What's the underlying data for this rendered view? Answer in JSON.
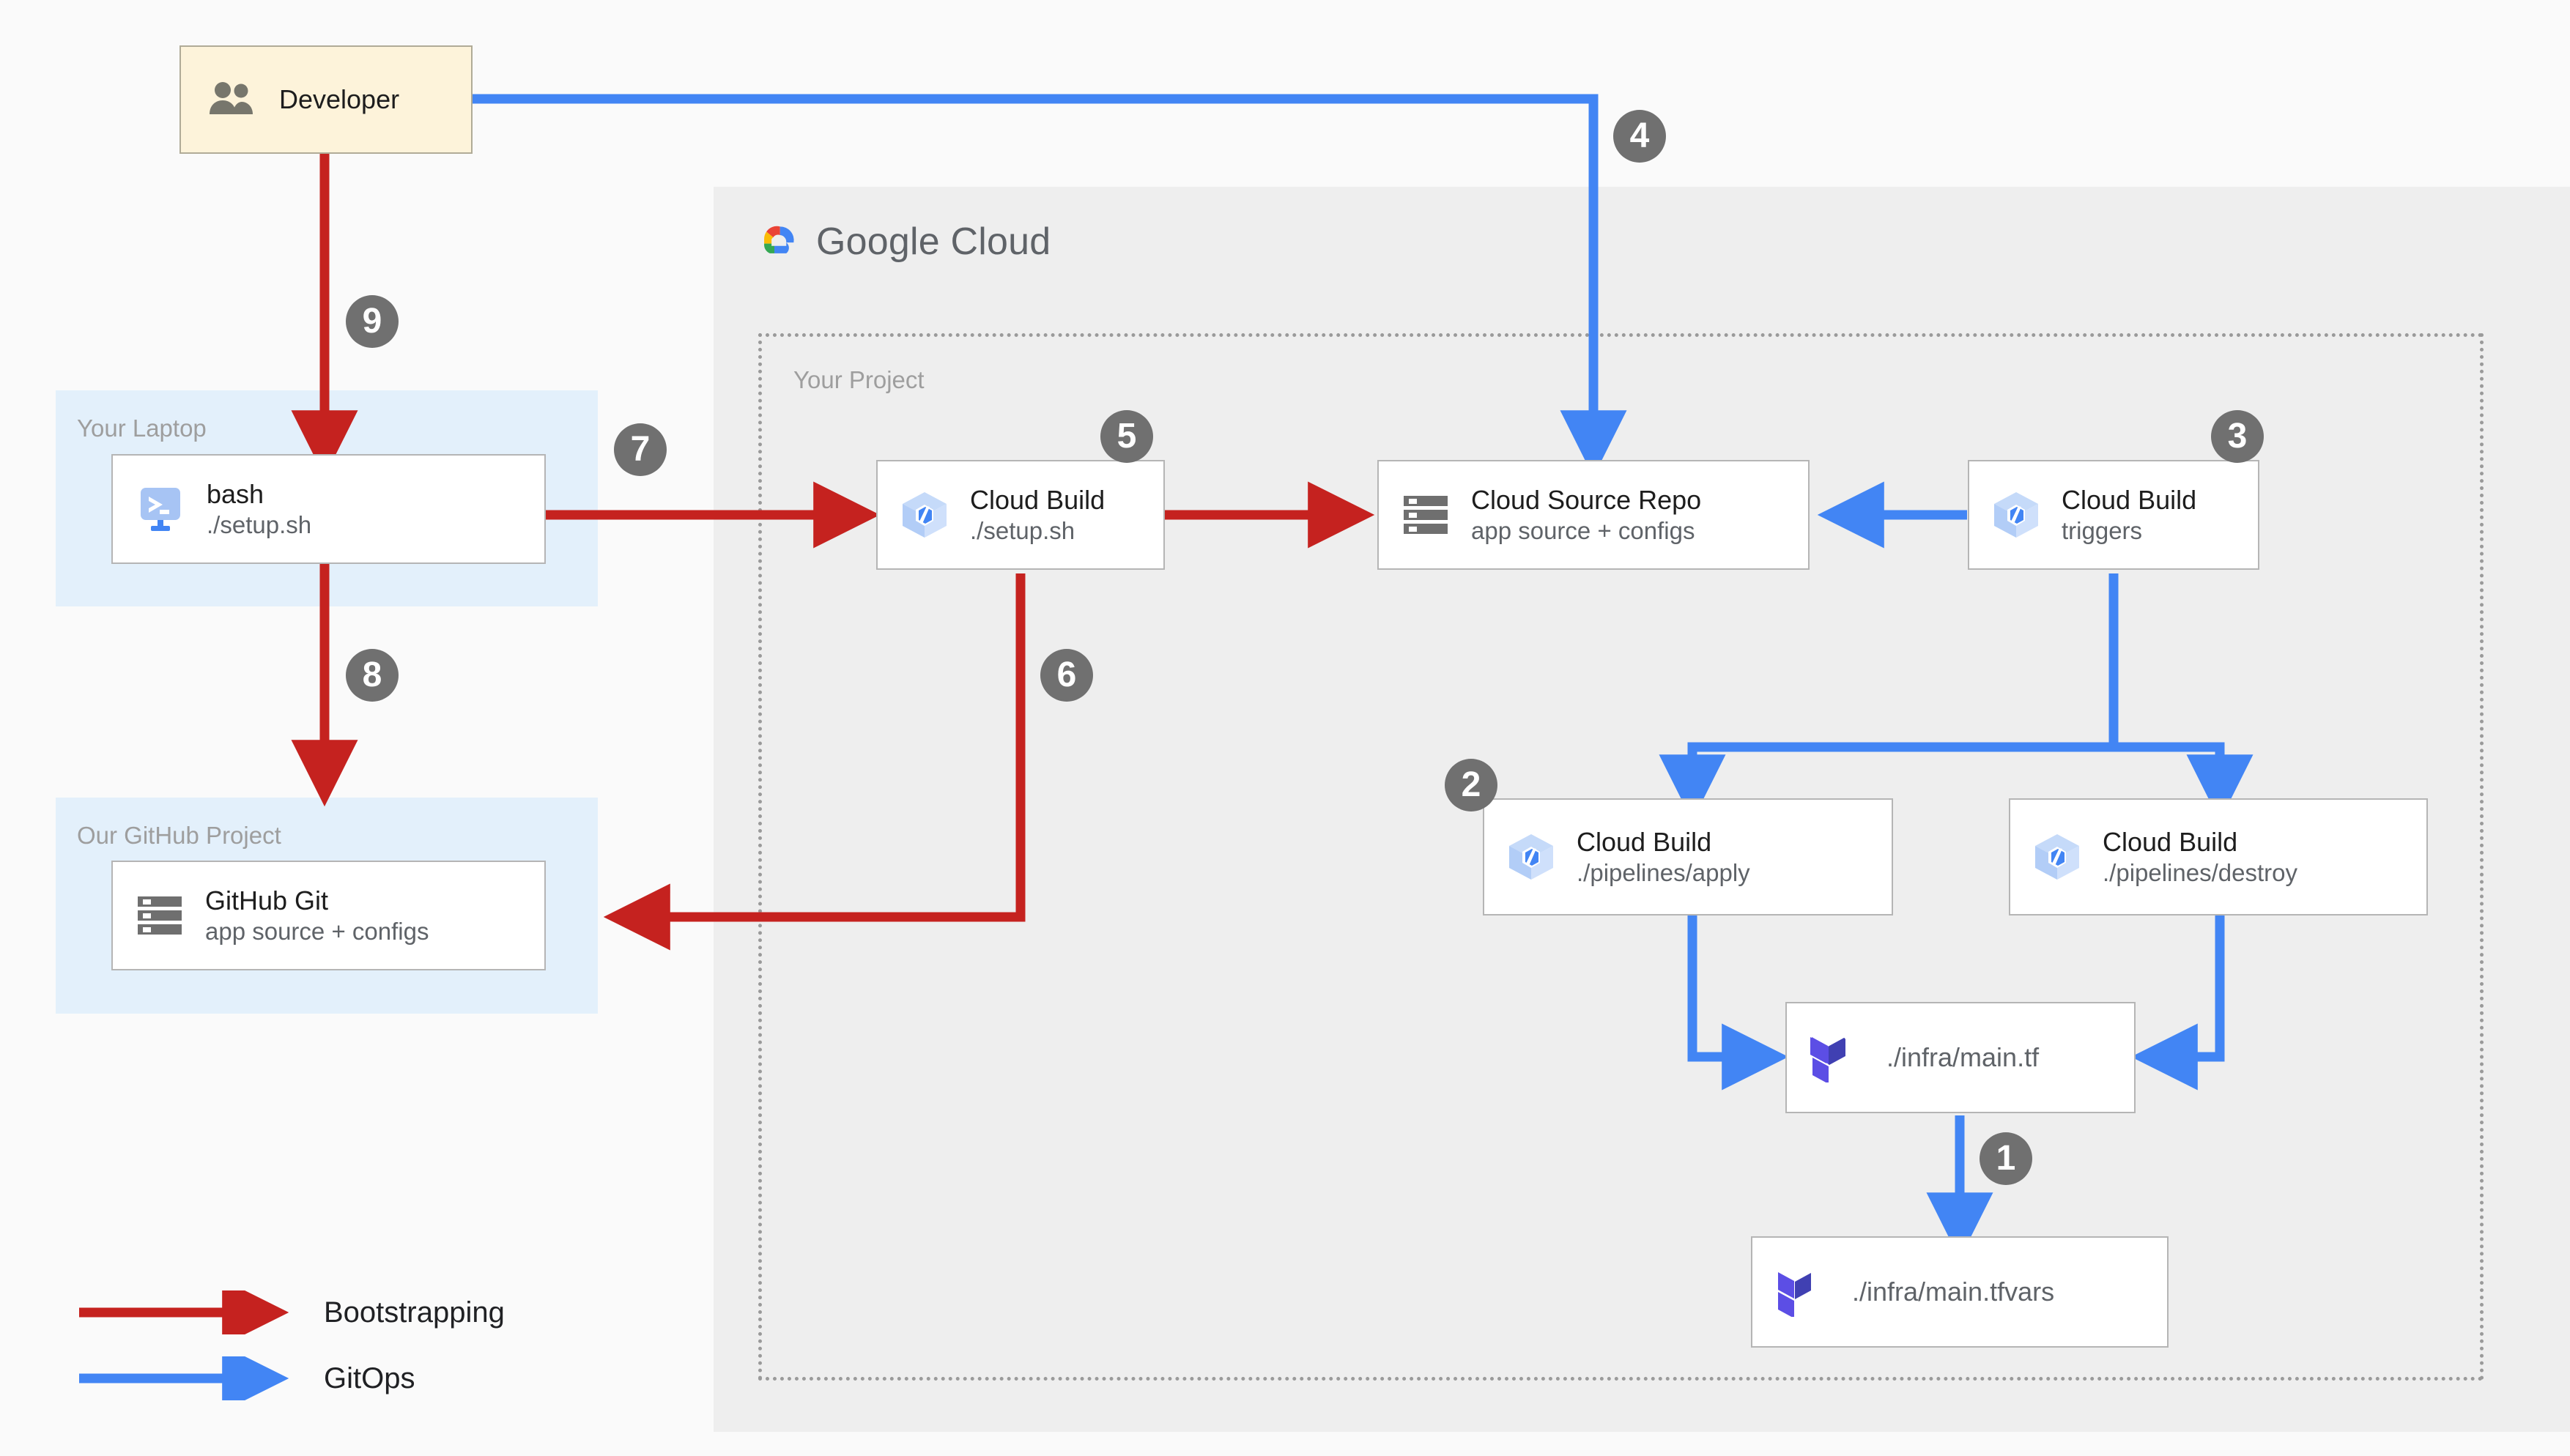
{
  "diagram": {
    "title": "Google Cloud GitOps bootstrapping architecture",
    "colors": {
      "bootstrapping": "#C5221F",
      "gitops": "#4285F4",
      "badge": "#707070",
      "panel": "#eeeeee",
      "laptop_zone": "#e3f0fb",
      "developer_box": "#fdf3da",
      "terraform": "#5C4EE5",
      "canvas": "#fafafa"
    }
  },
  "cloud_header": {
    "brand_light": "Google",
    "brand_bold": "Cloud",
    "logo_icon": "google-cloud-logo"
  },
  "zones": {
    "project": {
      "label": "Your Project"
    },
    "laptop": {
      "label": "Your Laptop"
    },
    "github": {
      "label": "Our GitHub Project"
    }
  },
  "nodes": {
    "developer": {
      "title": "Developer",
      "subtitle": "",
      "icon": "people-icon"
    },
    "bash": {
      "title": "bash",
      "subtitle": "./setup.sh",
      "icon": "terminal-icon"
    },
    "github_git": {
      "title": "GitHub Git",
      "subtitle": "app source + configs",
      "icon": "repository-icon"
    },
    "cb_setup": {
      "title": "Cloud Build",
      "subtitle": "./setup.sh",
      "icon": "cloud-build-icon"
    },
    "csr": {
      "title": "Cloud Source Repo",
      "subtitle": "app source + configs",
      "icon": "repository-icon"
    },
    "cb_triggers": {
      "title": "Cloud Build",
      "subtitle": "triggers",
      "icon": "cloud-build-icon"
    },
    "cb_apply": {
      "title": "Cloud Build",
      "subtitle": "./pipelines/apply",
      "icon": "cloud-build-icon"
    },
    "cb_destroy": {
      "title": "Cloud Build",
      "subtitle": "./pipelines/destroy",
      "icon": "cloud-build-icon"
    },
    "main_tf": {
      "title": "./infra/main.tf",
      "subtitle": "",
      "icon": "terraform-icon"
    },
    "main_tfvars": {
      "title": "./infra/main.tfvars",
      "subtitle": "",
      "icon": "terraform-icon"
    }
  },
  "badges": {
    "b1": "1",
    "b2": "2",
    "b3": "3",
    "b4": "4",
    "b5": "5",
    "b6": "6",
    "b7": "7",
    "b8": "8",
    "b9": "9"
  },
  "legend": {
    "items": [
      {
        "label": "Bootstrapping",
        "color": "#C5221F"
      },
      {
        "label": "GitOps",
        "color": "#4285F4"
      }
    ]
  }
}
